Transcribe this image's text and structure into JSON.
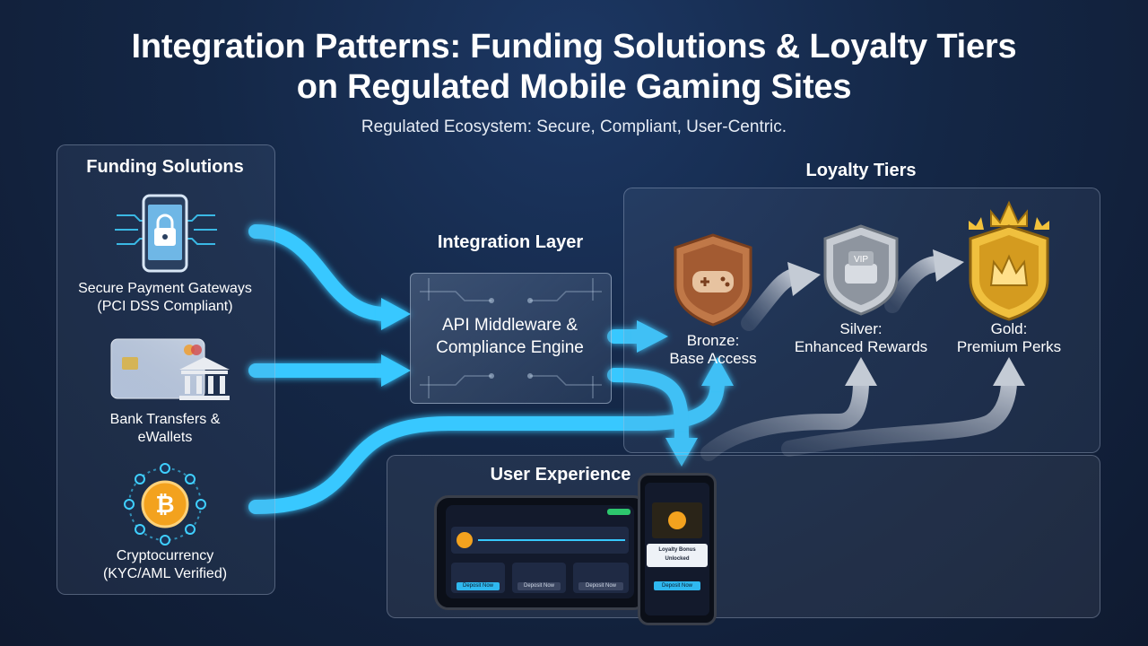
{
  "title_line1": "Integration Patterns: Funding Solutions & Loyalty Tiers",
  "title_line2": "on Regulated Mobile Gaming Sites",
  "subtitle": "Regulated Ecosystem: Secure, Compliant, User-Centric.",
  "funding": {
    "title": "Funding Solutions",
    "items": [
      {
        "line1": "Secure Payment Gateways",
        "line2": "(PCI DSS Compliant)",
        "icon": "phone-lock-icon"
      },
      {
        "line1": "Bank Transfers &",
        "line2": "eWallets",
        "icon": "bank-card-icon"
      },
      {
        "line1": "Cryptocurrency",
        "line2": "(KYC/AML Verified)",
        "icon": "bitcoin-icon"
      }
    ]
  },
  "integration": {
    "title": "Integration Layer",
    "line1": "API Middleware &",
    "line2": "Compliance Engine"
  },
  "loyalty": {
    "title": "Loyalty Tiers",
    "tiers": [
      {
        "line1": "Bronze:",
        "line2": "Base Access",
        "color": "#b0663a",
        "icon": "bronze-shield-gamepad-icon"
      },
      {
        "line1": "Silver:",
        "line2": "Enhanced Rewards",
        "color": "#b9bfc7",
        "icon": "silver-shield-vip-icon"
      },
      {
        "line1": "Gold:",
        "line2": "Premium Perks",
        "color": "#e2b33a",
        "icon": "gold-shield-crown-icon"
      }
    ]
  },
  "ux": {
    "title": "User Experience",
    "desktop_button": "Deposit Now",
    "phone_popup": "Loyalty Bonus Unlocked",
    "phone_button": "Deposit Now"
  },
  "colors": {
    "flow": "#37c8ff",
    "loyalty_flow": "#c9ced6"
  }
}
